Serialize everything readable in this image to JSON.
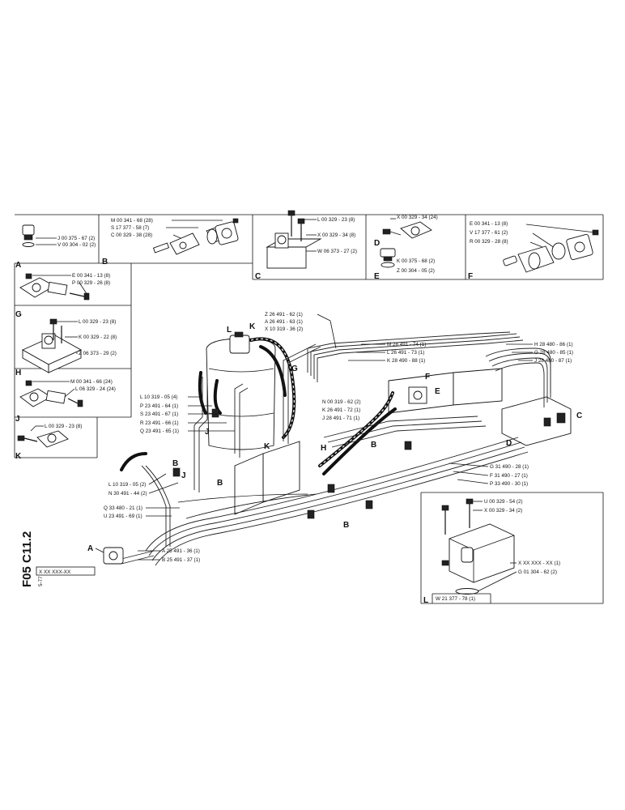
{
  "sheet": {
    "side_code": "F05  C11.2",
    "part_ref": "X XX XXX-XX",
    "small_ref": "5-77"
  },
  "boxes": {
    "top_a": {
      "letter_bottom": "A",
      "letter_right": "B",
      "labels": [
        "J 00 375 - 67 (2)",
        "V 00 304 - 02 (2)"
      ]
    },
    "top_b": {
      "labels": [
        "M 00 341 - 68 (28)",
        "S 17 377 - 58 (7)",
        "C 00 329 - 38 (28)"
      ]
    },
    "top_c": {
      "letter": "C",
      "labels": [
        "L 00 329 - 23 (8)",
        "X 00 329 - 34 (8)",
        "W 06 373 - 27 (2)"
      ]
    },
    "top_d": {
      "letter_d": "D",
      "letter_e": "E",
      "labels": [
        "X 00 329 - 34 (24)",
        "K 00 375 - 68 (2)",
        "Z 00 304 - 05 (2)"
      ]
    },
    "top_e": {
      "letter": "F",
      "labels": [
        "E 00 341 - 13 (8)",
        "V 17 377 - 61 (2)",
        "R 00 329 - 28 (8)"
      ]
    },
    "left_g": {
      "letter": "G",
      "labels": [
        "E 00 341 - 13 (8)",
        "P 00 329 - 26 (8)"
      ]
    },
    "left_h": {
      "letter": "H",
      "labels": [
        "L 00 329 - 23 (8)",
        "K 00 329 - 22 (8)",
        "Z 06 373 - 29 (2)"
      ]
    },
    "left_j": {
      "letter": "J",
      "labels": [
        "M 00 341 - 66 (24)",
        "L 06 329 - 24 (24)"
      ]
    },
    "left_k": {
      "letter": "K",
      "labels": [
        "L 00 329 - 23 (8)"
      ]
    },
    "box_l": {
      "letter": "L",
      "labels": [
        "U 00 329 - 54 (2)",
        "X 00 329 - 34 (2)",
        "X XX XXX - XX (1)",
        "G 01 304 - 62 (2)",
        "W 21 377 - 78 (1)"
      ]
    }
  },
  "main": {
    "top_cluster": [
      "Z 26 491 - 62 (1)",
      "A 26 491 - 63 (1)",
      "X 10 319 - 36 (2)"
    ],
    "mid_cluster": [
      "M 28 491 - 74 (1)",
      "L 26 491 - 73 (1)",
      "K 28 490 - 88 (1)"
    ],
    "right_cluster": [
      "H 28 480 - 86 (1)",
      "G 28 480 - 85 (1)",
      "J 28 480 - 87 (1)"
    ],
    "center_cluster": [
      "N 00 319 - 62 (2)",
      "K 26 491 - 72 (1)",
      "J 28 491 - 71 (1)"
    ],
    "lower_right_cluster": [
      "G 31 490 - 28 (1)",
      "F 31 490 - 27 (1)",
      "P 33 490 - 30 (1)"
    ],
    "left_cluster": [
      "L 10 319 - 05 (4)",
      "P 23 491 - 64 (1)",
      "S 23 491 - 67 (1)",
      "R 23 491 - 66 (1)",
      "Q 23 491 - 65 (1)"
    ],
    "hose_cluster": [
      "L 10 319 - 05 (2)",
      "N 30 491 - 44 (2)"
    ],
    "lower_cluster": [
      "Q 33 480 - 21 (1)",
      "U 23 491 - 69 (1)"
    ],
    "bottom_cluster": [
      "A 25 491 - 36 (1)",
      "B 25 491 - 37 (1)"
    ],
    "letters": {
      "L": "L",
      "K": "K",
      "G": "G",
      "F": "F",
      "E": "E",
      "C": "C",
      "D": "D",
      "J": "J",
      "B": "B",
      "H": "H",
      "A": "A"
    }
  }
}
